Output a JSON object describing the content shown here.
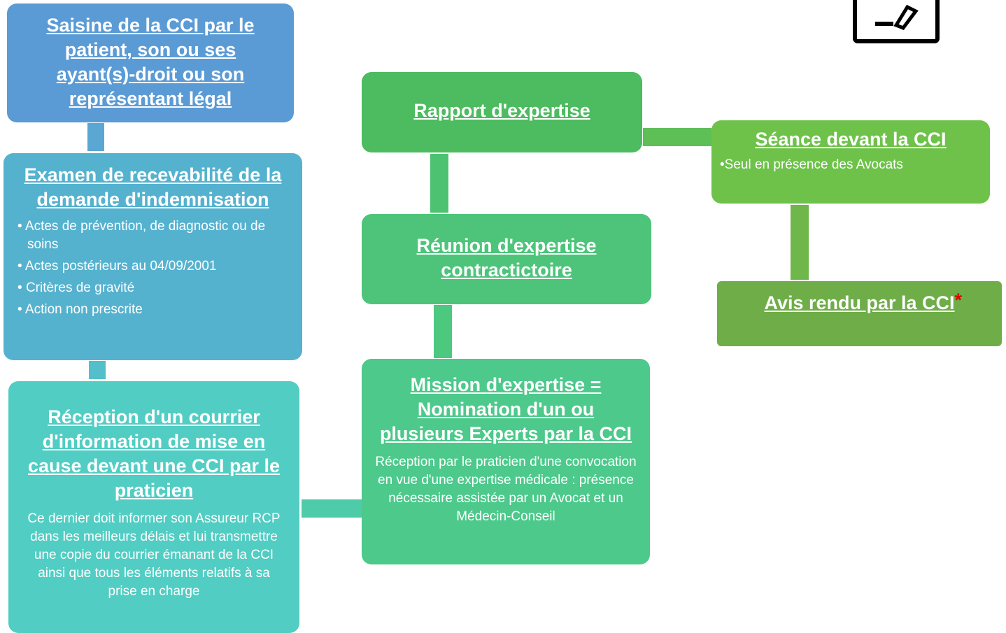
{
  "colors": {
    "blue": "#5b9bd5",
    "blue_teal": "#55b2cf",
    "teal": "#52cdc3",
    "green_teal": "#4cc98b",
    "green": "#4dbb5f",
    "green_mid": "#6ec24a",
    "green_olive": "#6fad48"
  },
  "boxes": {
    "saisine": {
      "title": "Saisine de la CCI par le patient, son ou ses ayant(s)-droit ou son représentant légal"
    },
    "examen": {
      "title": "Examen de recevabilité de la demande d'indemnisation",
      "bullets": [
        "Actes de prévention, de diagnostic ou de soins",
        "Actes postérieurs au 04/09/2001",
        "Critères de gravité",
        "Action non prescrite"
      ]
    },
    "reception": {
      "title": "Réception d'un courrier d'information de mise en cause devant une CCI par le praticien",
      "body": "Ce dernier doit informer son Assureur RCP dans les meilleurs délais et lui transmettre une copie du courrier émanant de la CCI ainsi que tous les éléments relatifs à sa prise en charge"
    },
    "mission": {
      "title": "Mission d'expertise = Nomination d'un ou plusieurs Experts par la CCI",
      "body": "Réception par le praticien d'une convocation en vue d'une expertise médicale : présence nécessaire assistée par un Avocat et un Médecin-Conseil"
    },
    "reunion": {
      "title": "Réunion d'expertise contractictoire"
    },
    "rapport": {
      "title": "Rapport d'expertise"
    },
    "seance": {
      "title": "Séance devant la CCI",
      "bullet": "Seul en présence des Avocats"
    },
    "avis": {
      "title": "Avis rendu par la CCI ",
      "mark": "*"
    }
  },
  "icon": "document-edit-icon"
}
